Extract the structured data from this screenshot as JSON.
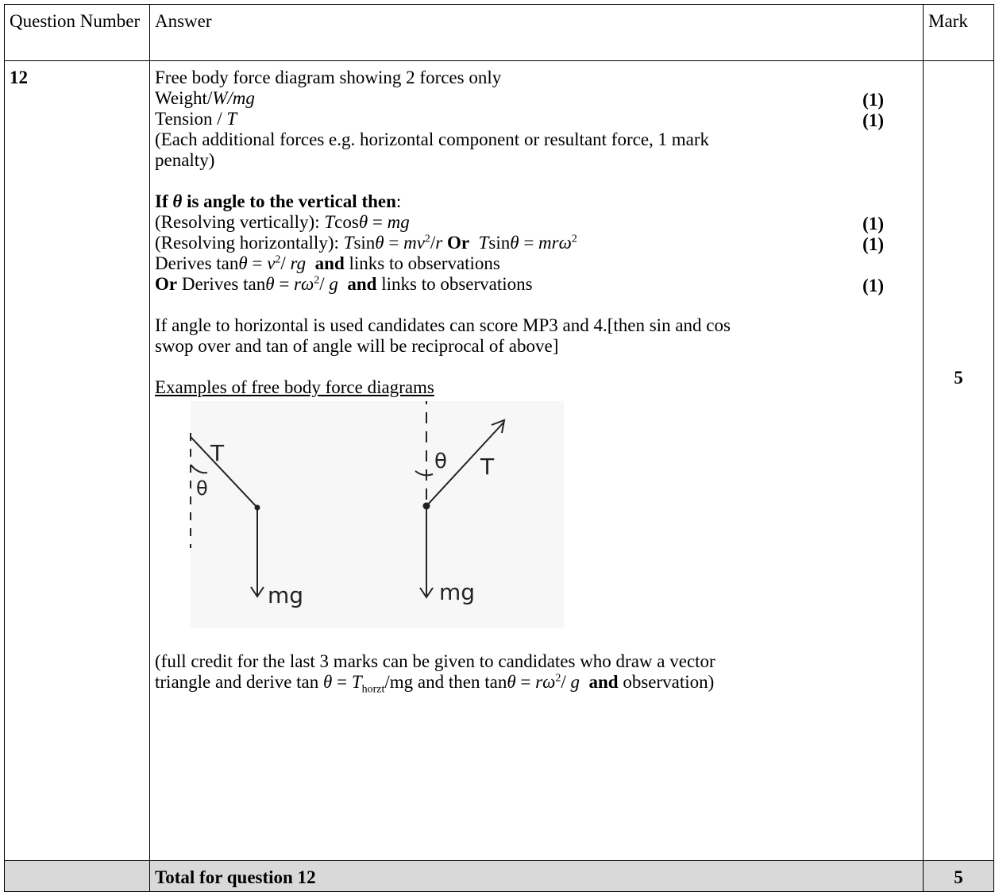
{
  "header": {
    "question": "Question Number",
    "answer": "Answer",
    "mark": "Mark"
  },
  "question_number": "12",
  "answer": {
    "intro": "Free body force diagram showing 2 forces only",
    "weight_line": "Weight/",
    "weight_italic": "W/mg",
    "tension_line": "Tension / ",
    "tension_italic": "T",
    "penalty_note": "(Each additional forces e.g. horizontal component or resultant force, 1 mark penalty)",
    "angle_heading_pre": "If ",
    "theta": "θ",
    "angle_heading_post": " is angle to the vertical then",
    "colon": ":",
    "vert_label": "(Resolving vertically): ",
    "horiz_label": "(Resolving horizontally): ",
    "derives_1": "Derives tan",
    "derives_or": "Or",
    "derives_2": " Derives tan",
    "and_word": "and",
    "links_text": " links to observations",
    "horizontal_note": "If angle to horizontal is used candidates can score MP3 and 4.[then sin and cos swop over and tan of angle will be reciprocal of above]",
    "examples_heading": "Examples of free body force diagrams",
    "full_credit_1": "(full credit for the last 3 marks can be given to candidates who draw a vector triangle and derive tan ",
    "full_credit_2": " = ",
    "T_sub": "horzt",
    "full_credit_3": "/mg and then tan",
    "full_credit_4": " observation)",
    "mark_one": "(1)"
  },
  "diagram": {
    "label_T": "T",
    "label_theta": "θ",
    "label_mg": "mg"
  },
  "mark_value": "5",
  "total": {
    "label": "Total for question 12",
    "mark": "5"
  }
}
